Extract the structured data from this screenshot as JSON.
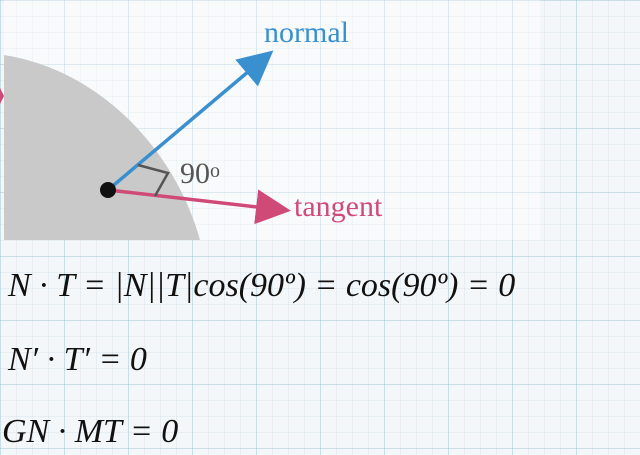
{
  "diagram": {
    "normal_label": "normal",
    "tangent_label": "tangent",
    "angle_label": "90o",
    "colors": {
      "normal": "#3a8fcf",
      "tangent": "#d04a78",
      "surface": "#c9c9c9",
      "point": "#111111",
      "angle_mark": "#555555"
    }
  },
  "equations": {
    "eq1": "N · T = |N||T|cos(90º) = cos(90º) = 0",
    "eq2": "N′ · T′ = 0",
    "eq3": "GN · MT = 0"
  }
}
